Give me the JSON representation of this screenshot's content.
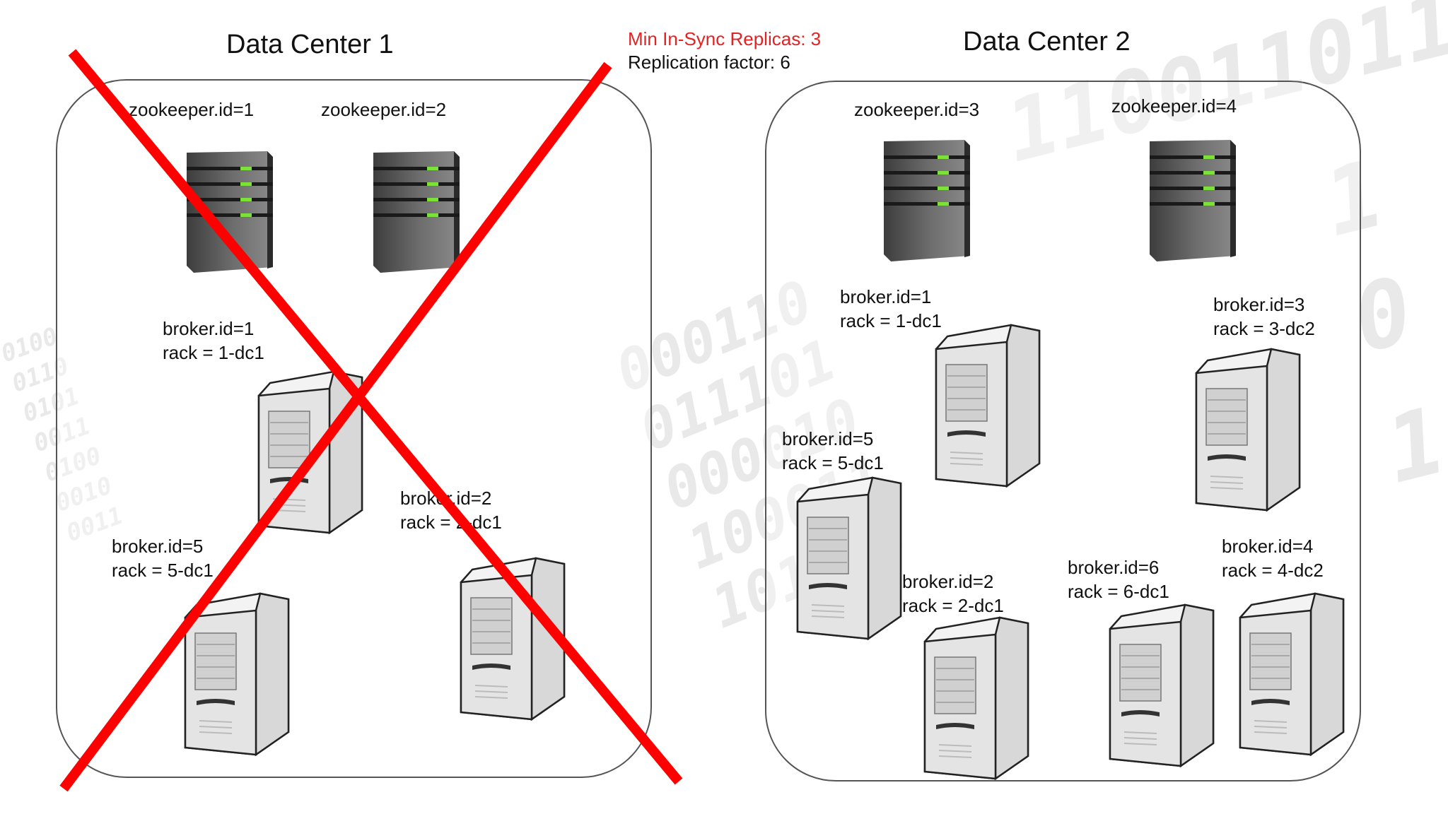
{
  "notes": {
    "min_isr": "Min In-Sync Replicas: 3",
    "replication_factor": "Replication factor: 6"
  },
  "colors": {
    "failure_cross": "#ff0000",
    "note_accent": "#e32323",
    "led_green": "#7ee03a"
  },
  "dc1": {
    "title": "Data Center 1",
    "status": "failed",
    "zookeepers": [
      {
        "label": "zookeeper.id=1"
      },
      {
        "label": "zookeeper.id=2"
      }
    ],
    "brokers": [
      {
        "id_label": "broker.id=1",
        "rack_label": "rack = 1-dc1"
      },
      {
        "id_label": "broker.id=5",
        "rack_label": "rack = 5-dc1"
      },
      {
        "id_label": "broker.id=2",
        "rack_label": "rack = 2-dc1"
      }
    ]
  },
  "dc2": {
    "title": "Data Center 2",
    "zookeepers": [
      {
        "label": "zookeeper.id=3"
      },
      {
        "label": "zookeeper.id=4"
      }
    ],
    "brokers": [
      {
        "id_label": "broker.id=1",
        "rack_label": "rack = 1-dc1"
      },
      {
        "id_label": "broker.id=3",
        "rack_label": "rack = 3-dc2"
      },
      {
        "id_label": "broker.id=5",
        "rack_label": "rack = 5-dc1"
      },
      {
        "id_label": "broker.id=2",
        "rack_label": "rack = 2-dc1"
      },
      {
        "id_label": "broker.id=6",
        "rack_label": "rack = 6-dc1"
      },
      {
        "id_label": "broker.id=4",
        "rack_label": "rack = 4-dc2"
      }
    ]
  }
}
